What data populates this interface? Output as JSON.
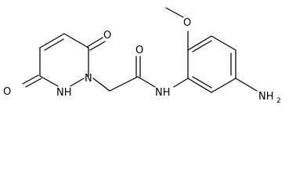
{
  "molecule": {
    "atoms": {
      "o_ring_top": "O",
      "o_ring_bottom": "O",
      "nh_ring": "NH",
      "n_ring": "N",
      "o_amide": "O",
      "nh_amide": "NH",
      "o_methoxy": "O",
      "nh2_n": "NH",
      "nh2_sub": "2"
    }
  }
}
